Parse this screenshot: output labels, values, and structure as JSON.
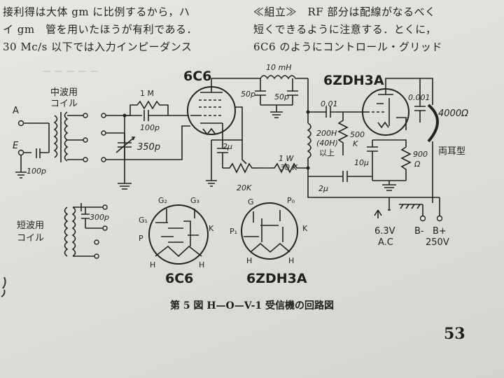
{
  "text": {
    "left": [
      "接利得は大体 gm に比例するから，ハ",
      "イ gm　管を用いたほうが有利である．",
      "30 Mc/s 以下では入力インピーダンス"
    ],
    "right": [
      "≪組立≫　RF 部分は配線がなるべく",
      "短くできるように注意する．とくに，",
      "6C6 のようにコントロール・グリッド"
    ]
  },
  "circuit": {
    "tube1": "6C6",
    "tube2": "6ZDH3A",
    "mw_coil": [
      "中波用",
      "コイル"
    ],
    "sw_coil": [
      "短波用",
      "コイル"
    ],
    "antenna": "A",
    "earth": "E",
    "c_ant": "100p",
    "r_grid": "1 M",
    "c_grid": "100p",
    "c_tune": "350p",
    "choke": "10 mH",
    "c_rf1": "50p",
    "c_rf2": "50p",
    "c_by": "2μ",
    "r_k": "20K",
    "r_dec": "1 W",
    "r_dec2": "30 K",
    "c_dec": "2μ",
    "c_coup": "0.01",
    "ind": "200H",
    "ind2": "(40H)",
    "ind3": "以上",
    "r_g2": "500",
    "r_g2b": "K",
    "c_k2": "10μ",
    "r_k2": "900",
    "r_k2b": "Ω",
    "c_out": "0.001",
    "phones": "4000Ω",
    "phones2": "両耳型",
    "c_sw": "300p",
    "term": [
      "6.3V",
      "A.C",
      "B-",
      "B+",
      "250V"
    ],
    "pin_6c6": [
      "G₂",
      "G₃",
      "G₁",
      "P",
      "K",
      "H",
      "H"
    ],
    "pin_6zdh3a": [
      "G",
      "P₀",
      "P₁",
      "K",
      "H",
      "H"
    ]
  },
  "caption": "第 5 図 H—O—V-1 受信機の回路図",
  "page_number": "53"
}
